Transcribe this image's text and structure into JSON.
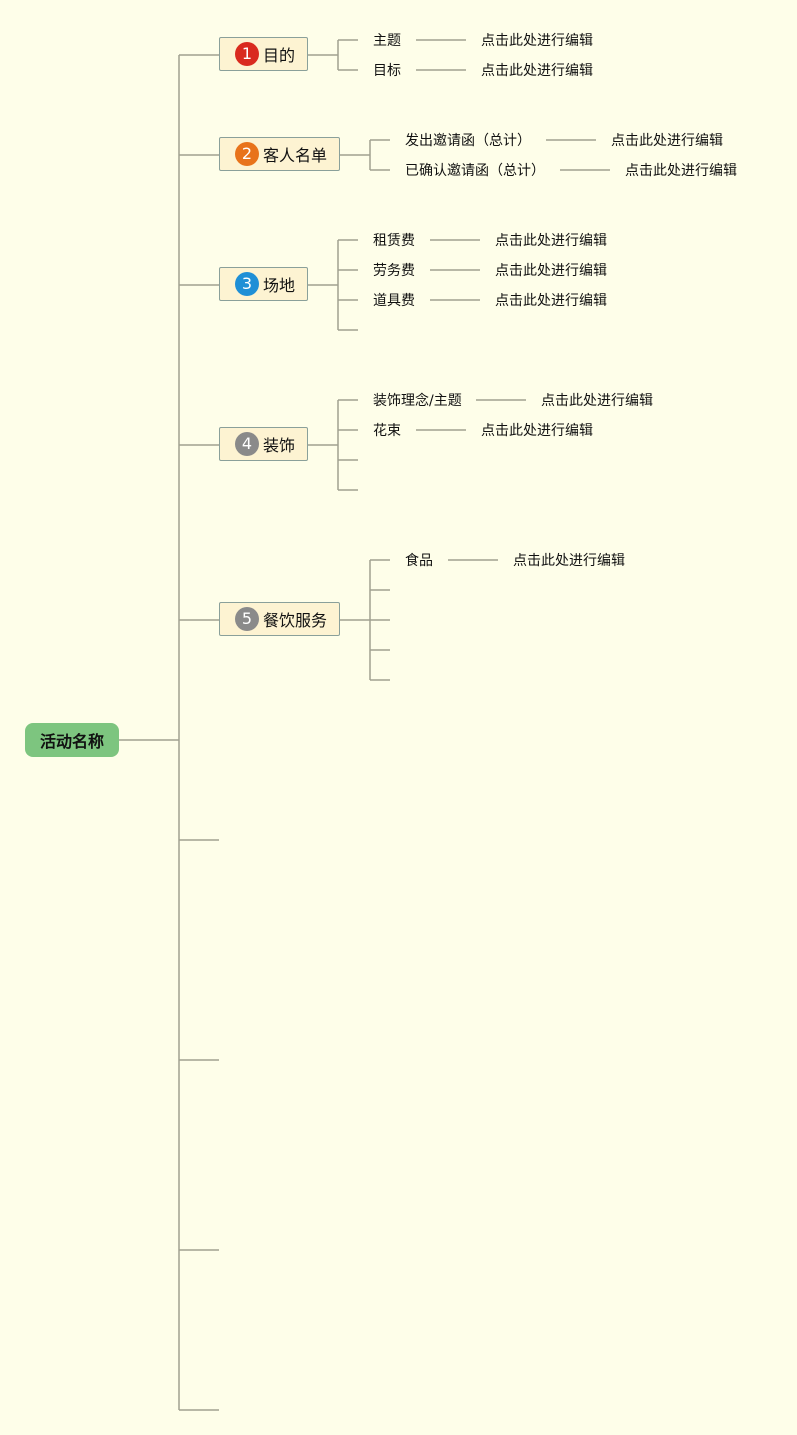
{
  "root": {
    "label": "活动名称"
  },
  "colors": {
    "background": "#fefee9",
    "root": "#7dc57f",
    "branch_fill": "#fdf3d2",
    "connector": "#a0a090",
    "badge_red": "#d92a1e",
    "badge_orange": "#e8731b",
    "badge_blue": "#1f8fd6",
    "badge_gray": "#8a8a8a"
  },
  "branches": [
    {
      "number": "1",
      "label": "目的",
      "badge_color": "#d92a1e",
      "children": [
        {
          "label": "主题",
          "note": "点击此处进行编辑"
        },
        {
          "label": "目标",
          "note": "点击此处进行编辑"
        }
      ]
    },
    {
      "number": "2",
      "label": "客人名单",
      "badge_color": "#e8731b",
      "children": [
        {
          "label": "发出邀请函（总计）",
          "note": "点击此处进行编辑"
        },
        {
          "label": "已确认邀请函（总计）",
          "note": "点击此处进行编辑"
        }
      ]
    },
    {
      "number": "3",
      "label": "场地",
      "badge_color": "#1f8fd6",
      "children": [
        {
          "label": "租赁费",
          "note": "点击此处进行编辑"
        },
        {
          "label": "劳务费",
          "note": "点击此处进行编辑"
        },
        {
          "label": "道具费",
          "note": "点击此处进行编辑"
        }
      ]
    },
    {
      "number": "4",
      "label": "装饰",
      "badge_color": "#8a8a8a",
      "children": [
        {
          "label": "装饰理念/主题",
          "note": "点击此处进行编辑"
        },
        {
          "label": "花束",
          "note": "点击此处进行编辑"
        }
      ]
    },
    {
      "number": "5",
      "label": "餐饮服务",
      "badge_color": "#8a8a8a",
      "children": [
        {
          "label": "食品",
          "note": "点击此处进行编辑"
        }
      ]
    }
  ]
}
